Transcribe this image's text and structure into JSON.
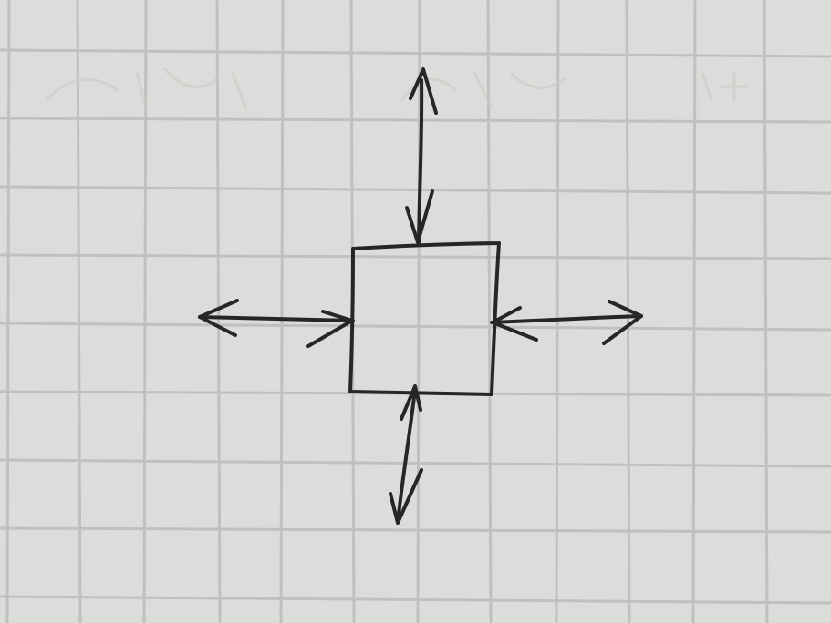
{
  "paper": {
    "background_color": "#dcdcda",
    "grid_color": "#bdbdbb",
    "ink_color": "#262626"
  },
  "diagram": {
    "shape": "square",
    "arrows": [
      {
        "id": "arrow-up",
        "direction": "up",
        "style": "double-headed"
      },
      {
        "id": "arrow-down",
        "direction": "down",
        "style": "double-headed"
      },
      {
        "id": "arrow-left",
        "direction": "left",
        "style": "double-headed"
      },
      {
        "id": "arrow-right",
        "direction": "right",
        "style": "double-headed"
      }
    ]
  }
}
